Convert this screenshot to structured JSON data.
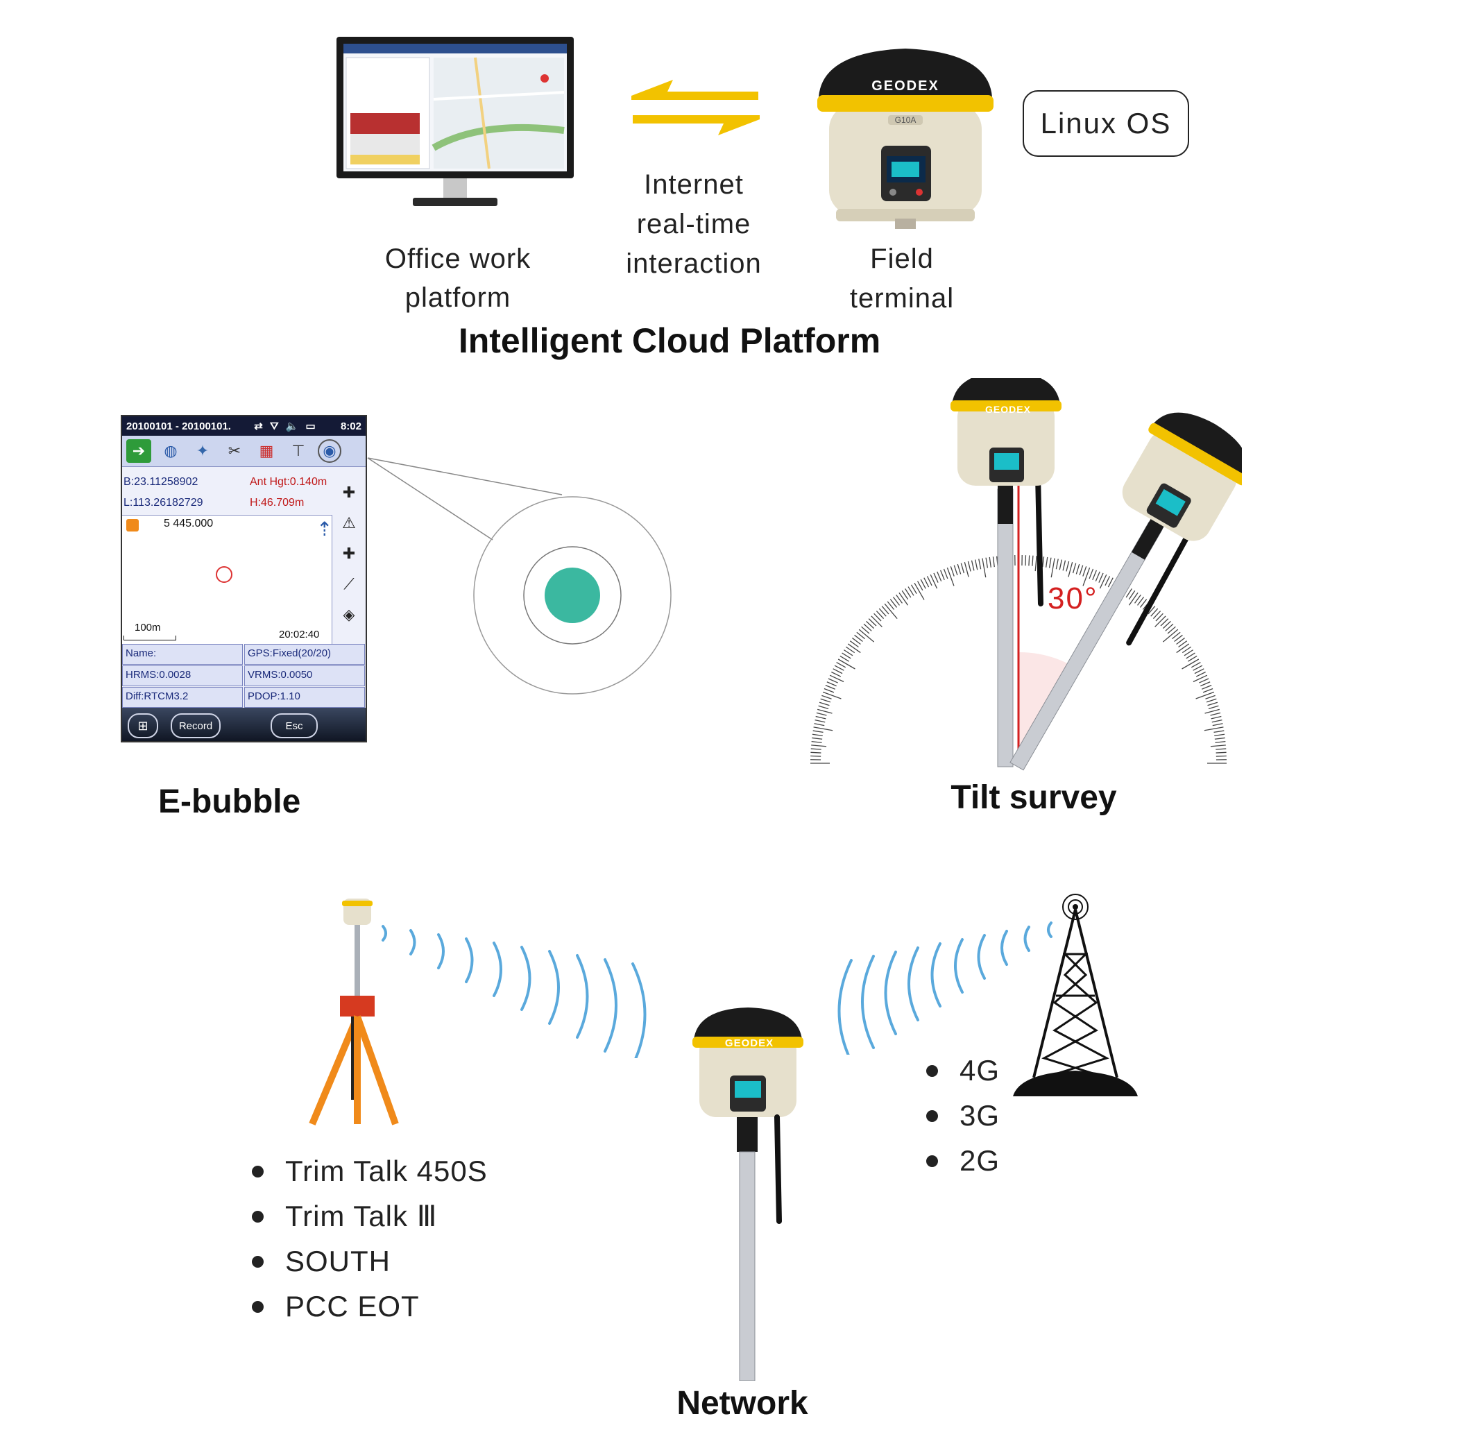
{
  "cloud": {
    "office_label_1": "Office work",
    "office_label_2": "platform",
    "internet_label_1": "Internet",
    "internet_label_2": "real-time",
    "internet_label_3": "interaction",
    "field_label_1": "Field",
    "field_label_2": "terminal",
    "os_badge": "Linux OS",
    "title": "Intelligent Cloud Platform",
    "brand": "GEODEX",
    "model": "G10A"
  },
  "ebubble": {
    "title": "E-bubble",
    "status_left": "20100101 - 20100101.",
    "status_time": "8:02",
    "lat": "B:23.11258902",
    "lon": "L:113.26182729",
    "ant_hgt": "Ant Hgt:0.140m",
    "height": "H:46.709m",
    "point_value": "5 445.000",
    "scale": "100m",
    "clock": "20:02:40",
    "name_field": "Name:",
    "gps": "GPS:Fixed(20/20)",
    "hrms": "HRMS:0.0028",
    "vrms": "VRMS:0.0050",
    "diff": "Diff:RTCM3.2",
    "pdop": "PDOP:1.10",
    "record_btn": "Record",
    "esc_btn": "Esc",
    "bubble_color": "#3bb8a0"
  },
  "tilt": {
    "title": "Tilt survey",
    "angle": "30°"
  },
  "network": {
    "title": "Network",
    "radios": [
      "Trim  Talk  450S",
      "Trim  Talk  Ⅲ",
      "SOUTH",
      "PCC  EOT"
    ],
    "cellular": [
      "4G",
      "3G",
      "2G"
    ],
    "wave_color": "#5aa9dc"
  },
  "colors": {
    "accent_yellow": "#f2c200",
    "receiver_body": "#e6e0cc",
    "receiver_cap": "#1b1b1b",
    "angle_red": "#d42020"
  }
}
